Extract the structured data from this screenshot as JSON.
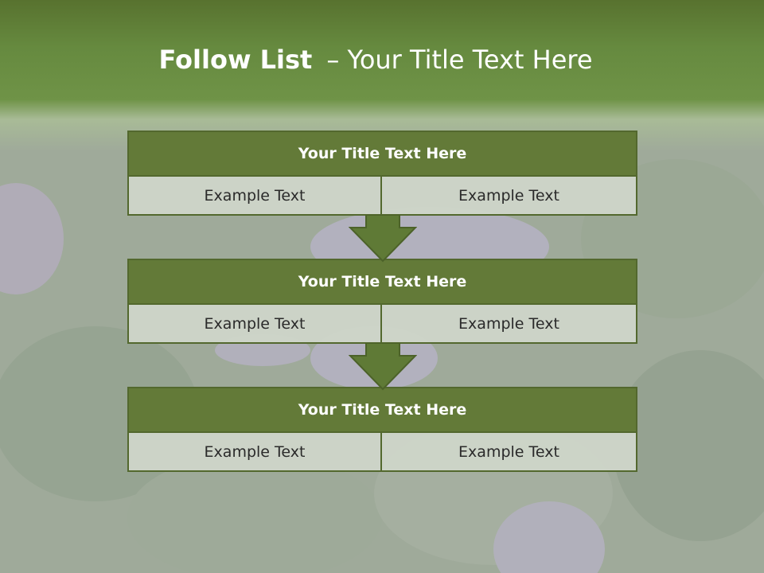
{
  "slide": {
    "title_bold": "Follow List",
    "title_rest": "– Your Title Text Here"
  },
  "blocks": [
    {
      "title": "Your Title Text Here",
      "cells": [
        "Example Text",
        "Example Text"
      ]
    },
    {
      "title": "Your Title Text Here",
      "cells": [
        "Example Text",
        "Example Text"
      ]
    },
    {
      "title": "Your Title Text Here",
      "cells": [
        "Example Text",
        "Example Text"
      ]
    }
  ],
  "colors": {
    "header_band": "#668a3f",
    "block_title": "#637a38",
    "block_border": "#53682e",
    "cell_fill": "#cdd5c8",
    "arrow": "#5f7a36"
  }
}
